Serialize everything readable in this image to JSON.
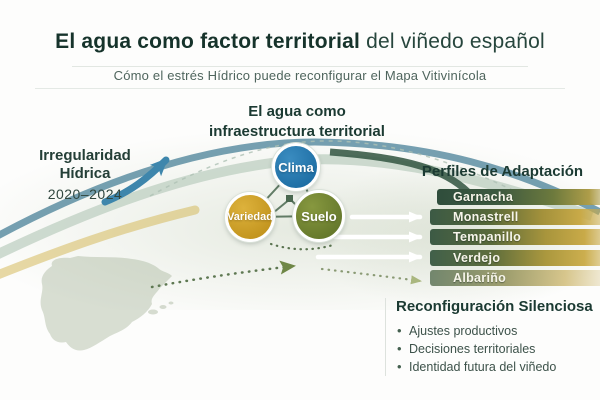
{
  "header": {
    "title_bold": "El agua como factor territorial",
    "title_regular": " del viñedo español",
    "subtitle": "Cómo el estrés Hídrico puede reconfigurar el Mapa Vitivinícola"
  },
  "left_annotation": {
    "line1": "Irregularidad",
    "line2": "Hídrica",
    "period": "2020–2024"
  },
  "core_diagram": {
    "heading_line1": "El agua como",
    "heading_line2": "infraestructura territorial",
    "nodes": [
      {
        "label": "Clima",
        "color": "#2b7cb1"
      },
      {
        "label": "Variedad",
        "color": "#d0a32c"
      },
      {
        "label": "Suelo",
        "color": "#74883a"
      }
    ]
  },
  "adaptation_panel": {
    "heading": "Perfiles de Adaptación",
    "profiles": [
      "Garnacha",
      "Monastrell",
      "Tempanillo",
      "Verdejo",
      "Albariño"
    ]
  },
  "reconfiguration_panel": {
    "heading": "Reconfiguración Silenciosa",
    "bullets": [
      "Ajustes productivos",
      "Decisiones territoriales",
      "Identidad futura del viñedo"
    ]
  },
  "palette": {
    "ink": "#1c3a32",
    "muted_ink": "#4f655d",
    "band_green": "#3a5744",
    "band_gold": "#c7a743",
    "flow_teal": "#54889e",
    "flow_sage": "#b5c9ba",
    "flow_gold": "#d6b95c",
    "arrow_blue": "#3e86ac",
    "map_green": "#9aab8e"
  }
}
